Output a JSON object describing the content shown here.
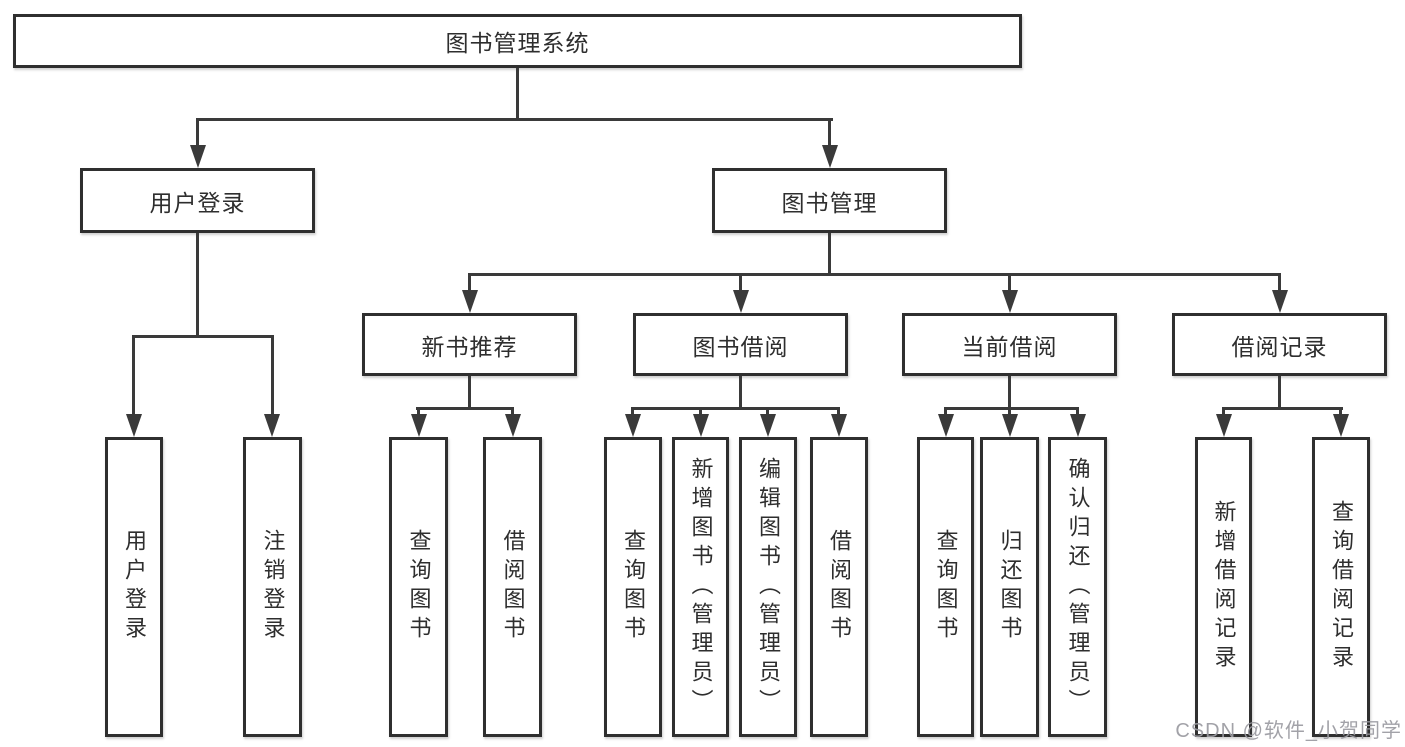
{
  "nodes": {
    "root": {
      "label": "图书管理系统"
    },
    "user_login": {
      "label": "用户登录"
    },
    "book_mgmt": {
      "label": "图书管理"
    },
    "new_book_rec": {
      "label": "新书推荐"
    },
    "book_borrow": {
      "label": "图书借阅"
    },
    "current_borrow": {
      "label": "当前借阅"
    },
    "borrow_records": {
      "label": "借阅记录"
    }
  },
  "leaves": [
    {
      "label": "用户登录"
    },
    {
      "label": "注销登录"
    },
    {
      "label": "查询图书"
    },
    {
      "label": "借阅图书"
    },
    {
      "label": "查询图书"
    },
    {
      "label": "新增图书（管理员）"
    },
    {
      "label": "编辑图书（管理员）"
    },
    {
      "label": "借阅图书"
    },
    {
      "label": "查询图书"
    },
    {
      "label": "归还图书"
    },
    {
      "label": "确认归还（管理员）"
    },
    {
      "label": "新增借阅记录"
    },
    {
      "label": "查询借阅记录"
    }
  ],
  "watermark": {
    "text": "CSDN @软件_小贺同学"
  },
  "colors": {
    "line": "#3a3a3a",
    "box_border": "#2f2f2f",
    "text": "#2e2e2e",
    "watermark": "#9b9ba1",
    "background": "#ffffff"
  }
}
